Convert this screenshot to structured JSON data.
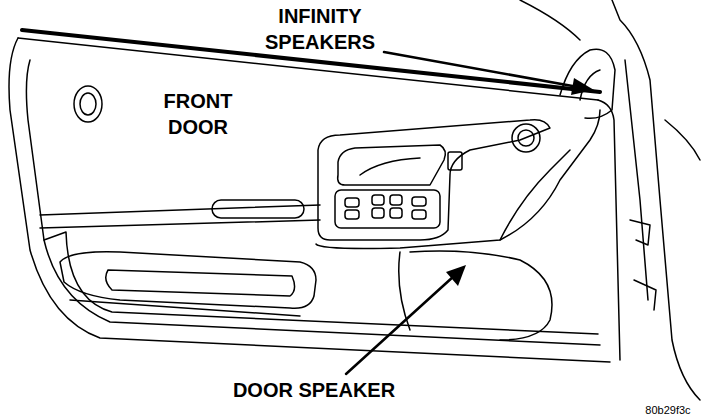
{
  "diagram": {
    "labels": [
      "INFINITY SPEAKERS",
      "FRONT DOOR",
      "DOOR SPEAKER",
      "80b29f3c"
    ]
  }
}
